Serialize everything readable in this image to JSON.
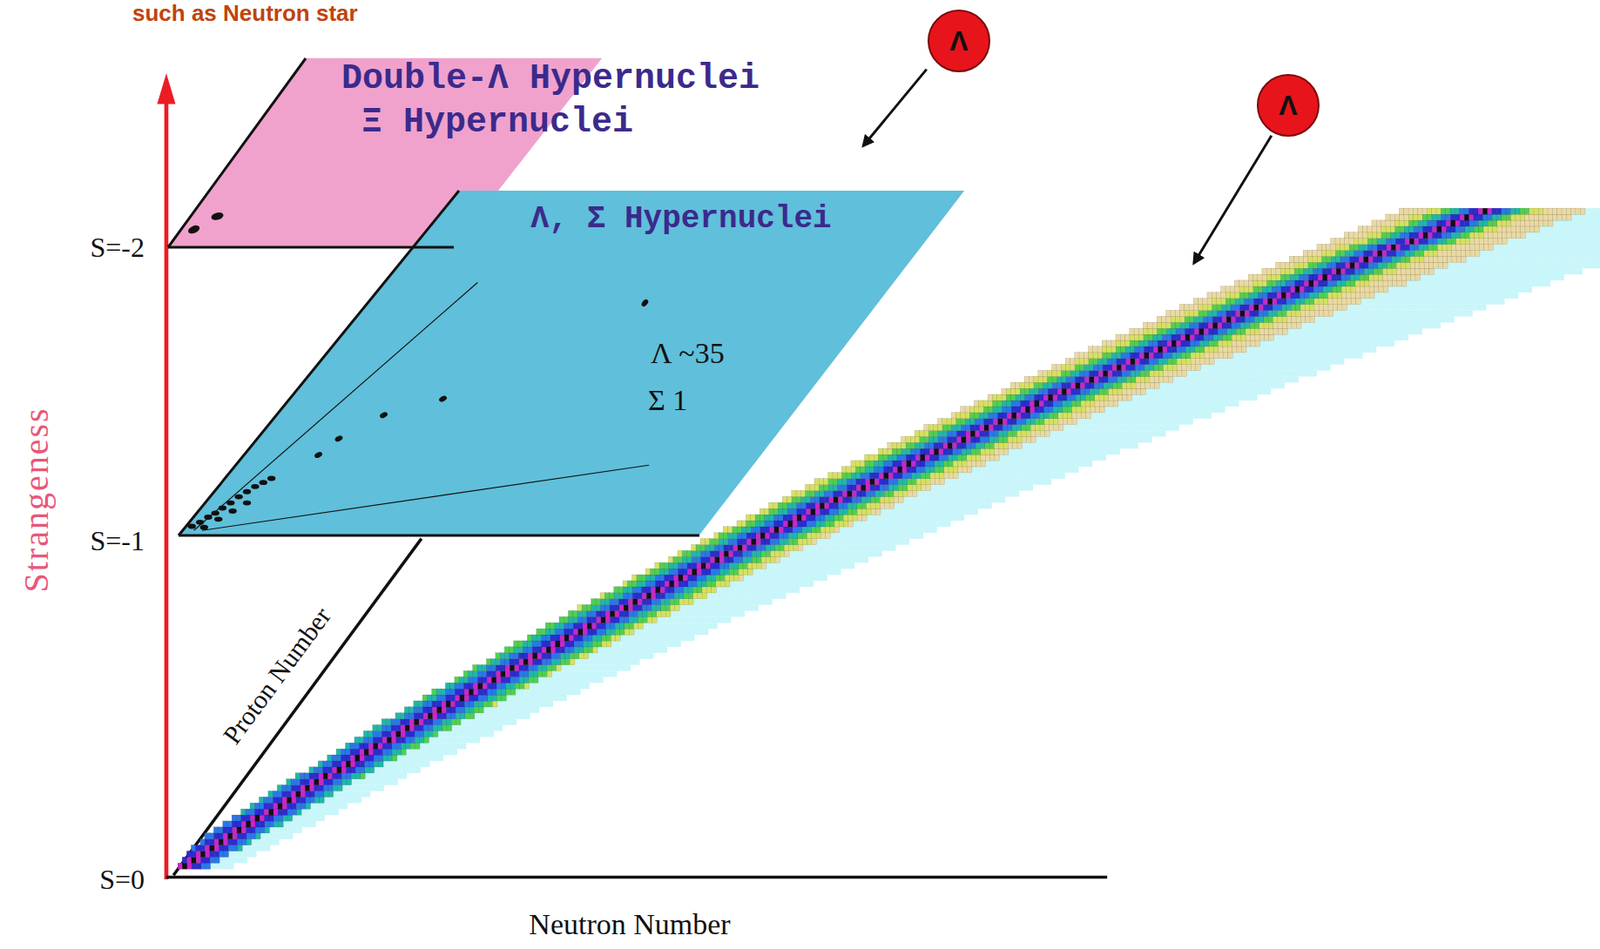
{
  "diagram": {
    "nodes": [
      {
        "text": [
          "Λ"
        ]
      },
      {
        "text": [
          "Double-Λ Hypernuclei",
          "Ξ Hypernuclei"
        ]
      },
      {
        "text": [
          "Λ"
        ]
      },
      {
        "text": [
          "Λ, Σ Hypernuclei",
          "Λ ~35",
          "Σ 1"
        ]
      }
    ],
    "labels": [
      "such as Neutron star",
      "S=-2",
      "S=-1",
      "S=0",
      "Strangeness",
      "Proton Number",
      "Neutron Number"
    ]
  }
}
